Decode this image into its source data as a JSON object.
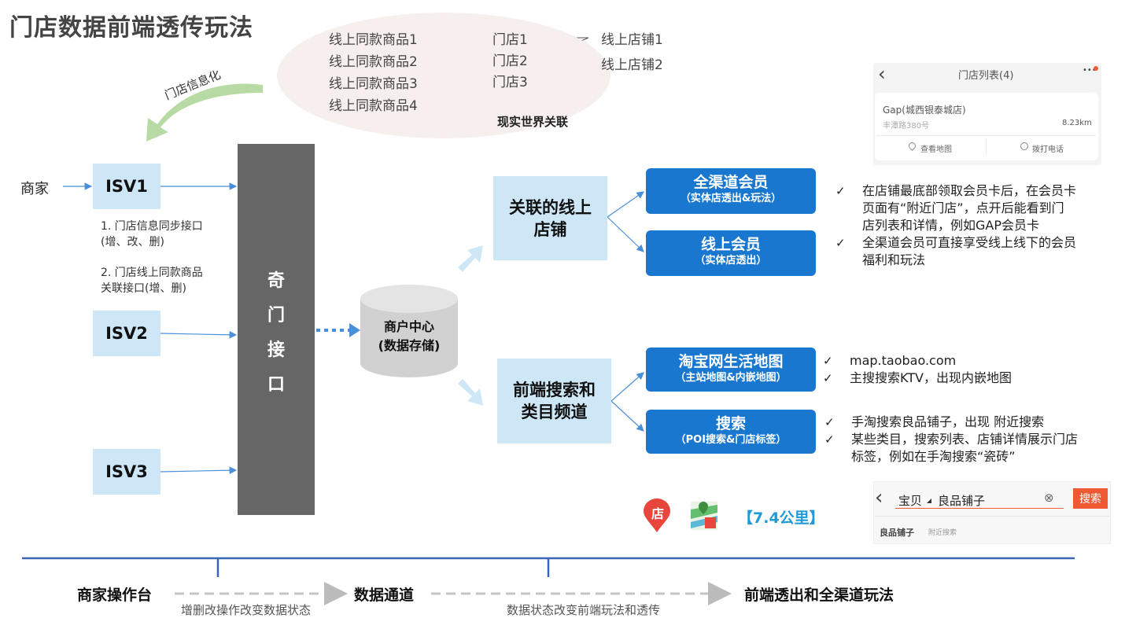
{
  "title": "门店数据前端透传玩法",
  "reality": {
    "products": [
      "线上同款商品1",
      "线上同款商品2",
      "线上同款商品3",
      "线上同款商品4"
    ],
    "stores": [
      "门店1",
      "门店2",
      "门店3"
    ],
    "online_shops": [
      "线上店铺1",
      "线上店铺2"
    ],
    "caption": "现实世界关联"
  },
  "store_info_label": "门店信息化",
  "merchant": "商家",
  "isvs": [
    "ISV1",
    "ISV2",
    "ISV3"
  ],
  "isv_notes": {
    "note1_line1": "1. 门店信息同步接口",
    "note1_line2": "(增、改、删)",
    "note2_line1": "2. 门店线上同款商品",
    "note2_line2": "关联接口(增、删)"
  },
  "qimen": [
    "奇",
    "门",
    "接",
    "口"
  ],
  "merchant_center": {
    "line1": "商户中心",
    "line2": "(数据存储)"
  },
  "linked_shop": {
    "line1": "关联的线上",
    "line2": "店铺"
  },
  "front_search": {
    "line1": "前端搜索和",
    "line2": "类目频道"
  },
  "blue_boxes": [
    {
      "title": "全渠道会员",
      "sub": "（实体店透出&玩法）"
    },
    {
      "title": "线上会员",
      "sub": "（实体店透出）"
    },
    {
      "title": "淘宝网生活地图",
      "sub": "（主站地图&内嵌地图）"
    },
    {
      "title": "搜索",
      "sub": "（POI搜索&门店标签）"
    }
  ],
  "member_notes": {
    "n1_l1": "在店铺最底部领取会员卡后，在会员卡",
    "n1_l2": "页面有“附近门店”，点开后能看到门",
    "n1_l3": "店列表和详情，例如GAP会员卡",
    "n2_l1": "全渠道会员可直接享受线上线下的会员",
    "n2_l2": "福利和玩法"
  },
  "map_notes": {
    "n1": "map.taobao.com",
    "n2": "主搜搜索KTV，出现内嵌地图"
  },
  "search_notes": {
    "n1": "手淘搜索良品铺子，出现 附近搜索",
    "n2_l1": "某些类目，搜索列表、店铺详情展示门店",
    "n2_l2": "标签，例如在手淘搜索“瓷砖”"
  },
  "check_mark": "✓",
  "phone_store_list": {
    "back": "‹",
    "title": "门店列表(4)",
    "more": "•••",
    "store_name": "Gap(城西银泰城店)",
    "address": "丰潭路380号",
    "distance": "8.23km",
    "map_action": "查看地图",
    "call_action": "拨打电话"
  },
  "phone_search": {
    "back": "‹",
    "scope": "宝贝",
    "query": "良品铺子",
    "clear": "⊗",
    "button": "搜索",
    "result_name": "良品铺子",
    "result_tag": "附近搜索"
  },
  "pin_icon_char": "店",
  "distance_badge": "【7.4公里】",
  "timeline": {
    "stage1": "商家操作台",
    "stage2": "数据通道",
    "stage3": "前端透出和全渠道玩法",
    "sub1": "增删改操作改变数据状态",
    "sub2": "数据状态改变前端玩法和透传"
  },
  "colors": {
    "light_blue": "#cde7f7",
    "deep_blue": "#1977cf",
    "gray_interface": "#666666",
    "timeline_blue": "#3a66b5",
    "search_button": "#f05a33"
  }
}
